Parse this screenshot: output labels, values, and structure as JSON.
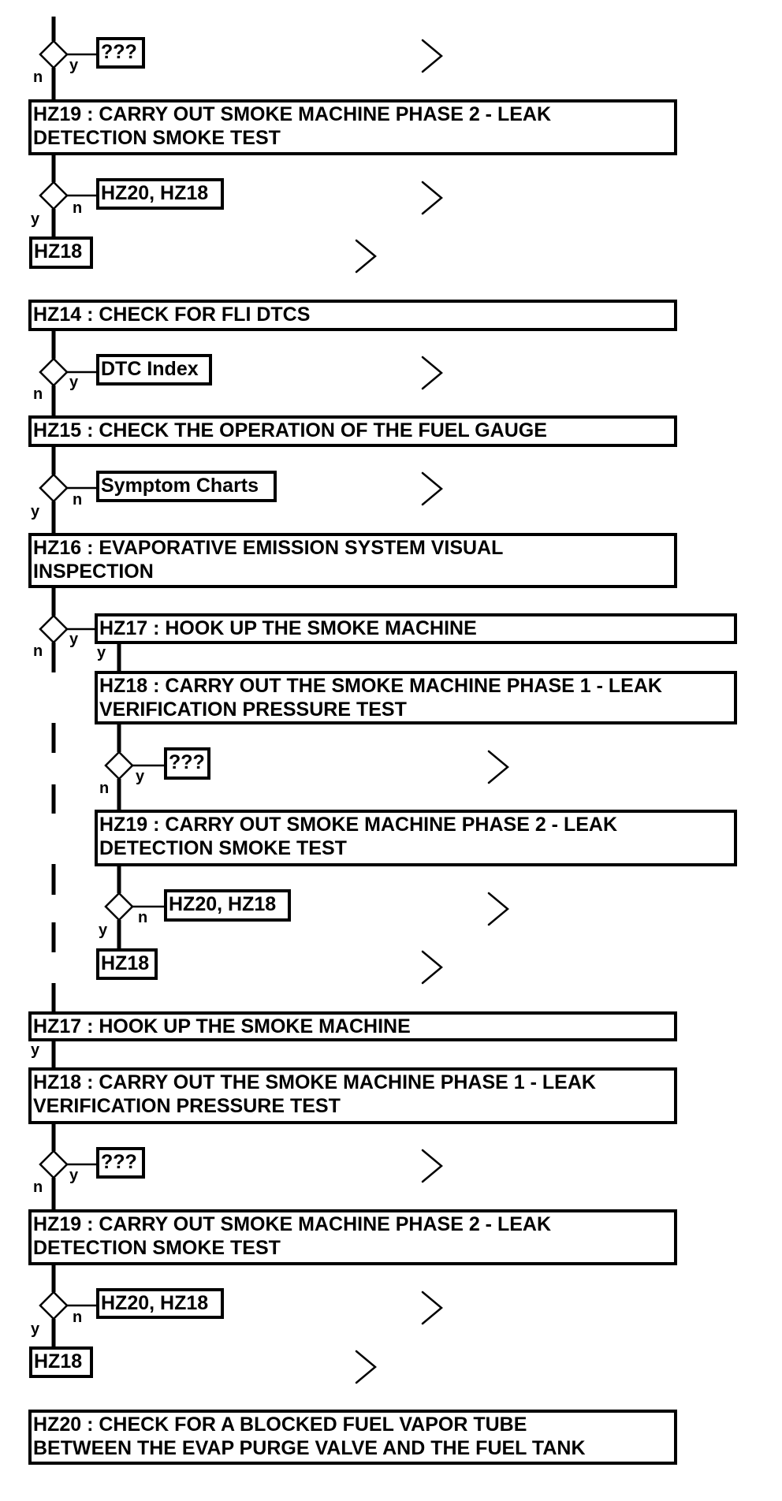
{
  "colors": {
    "stroke": "#000000",
    "background": "#ffffff"
  },
  "steps": {
    "top": {
      "decision1_ref": "???",
      "decision1_yes": "y",
      "decision1_no": "n",
      "hz19": "HZ19 : CARRY OUT SMOKE MACHINE PHASE 2 - LEAK\nDETECTION SMOKE TEST",
      "decision2_ref": "HZ20, HZ18",
      "decision2_yes": "y",
      "decision2_no": "n",
      "hz18_ref": "HZ18"
    },
    "hz14": {
      "title": "HZ14 : CHECK FOR FLI DTCS",
      "ref": "DTC Index",
      "yes": "y",
      "no": "n"
    },
    "hz15": {
      "title": "HZ15 : CHECK THE OPERATION OF THE FUEL GAUGE",
      "ref": "Symptom Charts",
      "yes": "y",
      "no": "n"
    },
    "hz16": {
      "title": "HZ16 : EVAPORATIVE EMISSION SYSTEM VISUAL\nINSPECTION",
      "yes": "y",
      "no": "n"
    },
    "nested": {
      "hz17": "HZ17 : HOOK UP THE SMOKE MACHINE",
      "hz17_yes": "y",
      "hz18": "HZ18 : CARRY OUT THE SMOKE MACHINE PHASE 1 - LEAK\nVERIFICATION PRESSURE TEST",
      "decision1_ref": "???",
      "decision1_yes": "y",
      "decision1_no": "n",
      "hz19": "HZ19 : CARRY OUT SMOKE MACHINE PHASE 2 - LEAK\nDETECTION SMOKE TEST",
      "decision2_ref": "HZ20, HZ18",
      "decision2_yes": "y",
      "decision2_no": "n",
      "hz18_ref": "HZ18"
    },
    "lower": {
      "hz17": "HZ17 : HOOK UP THE SMOKE MACHINE",
      "hz17_yes": "y",
      "hz18": "HZ18 : CARRY OUT THE SMOKE MACHINE PHASE 1 - LEAK\nVERIFICATION PRESSURE TEST",
      "decision1_ref": "???",
      "decision1_yes": "y",
      "decision1_no": "n",
      "hz19": "HZ19 : CARRY OUT SMOKE MACHINE PHASE 2 - LEAK\nDETECTION SMOKE TEST",
      "decision2_ref": "HZ20, HZ18",
      "decision2_yes": "y",
      "decision2_no": "n",
      "hz18_ref": "HZ18"
    },
    "hz20": {
      "title": "HZ20 : CHECK FOR A BLOCKED FUEL VAPOR TUBE\nBETWEEN THE EVAP PURGE VALVE AND THE FUEL TANK"
    }
  }
}
